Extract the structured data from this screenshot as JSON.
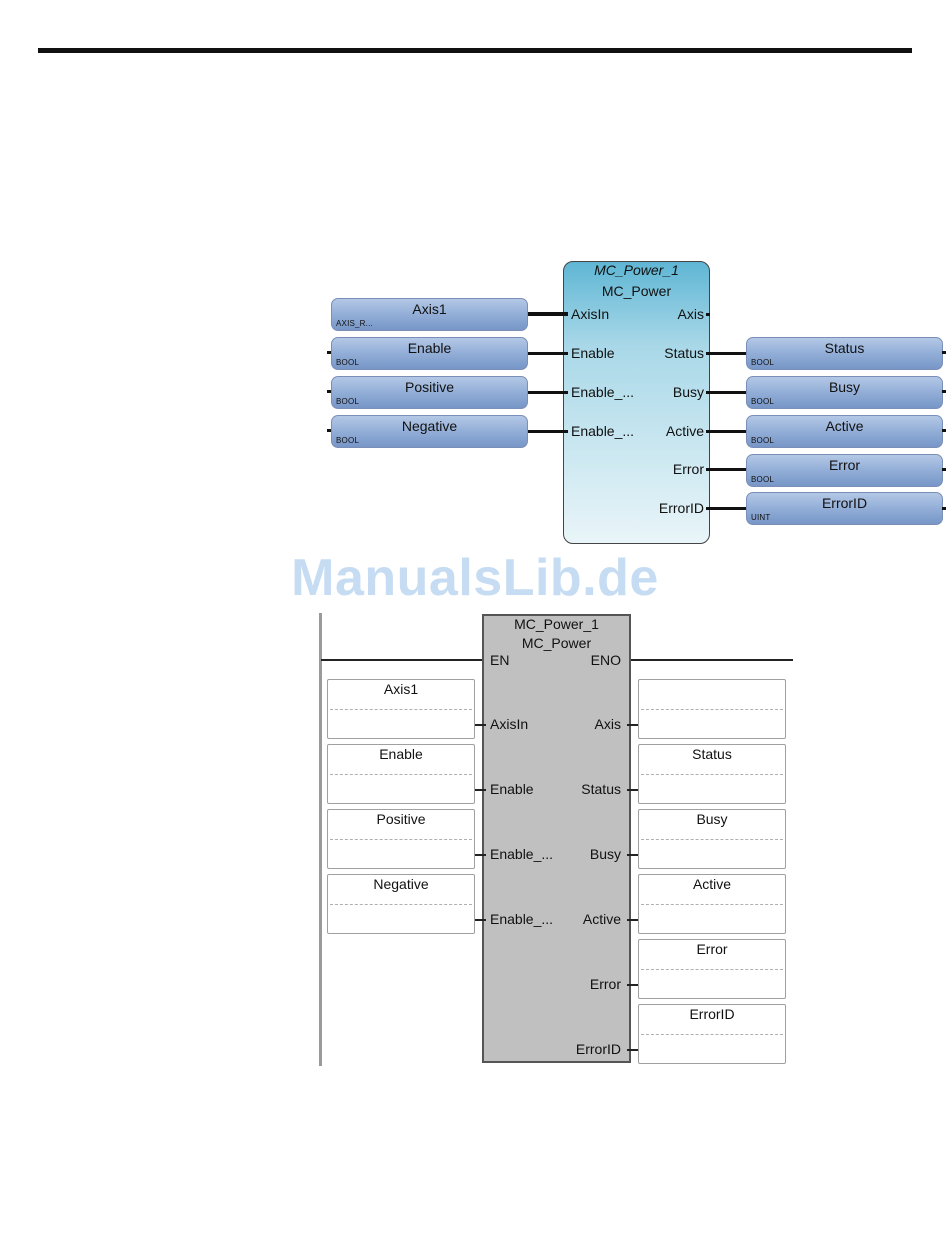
{
  "watermark": "ManualsLib.de",
  "fbd": {
    "instance_name": "MC_Power_1",
    "type_name": "MC_Power",
    "inputs": [
      "AxisIn",
      "Enable",
      "Enable_...",
      "Enable_..."
    ],
    "outputs": [
      "Axis",
      "Status",
      "Busy",
      "Active",
      "Error",
      "ErrorID"
    ],
    "input_vars": [
      {
        "name": "Axis1",
        "type": "AXIS_R..."
      },
      {
        "name": "Enable",
        "type": "BOOL"
      },
      {
        "name": "Positive",
        "type": "BOOL"
      },
      {
        "name": "Negative",
        "type": "BOOL"
      }
    ],
    "output_vars": [
      {
        "name": "Status",
        "type": "BOOL"
      },
      {
        "name": "Busy",
        "type": "BOOL"
      },
      {
        "name": "Active",
        "type": "BOOL"
      },
      {
        "name": "Error",
        "type": "BOOL"
      },
      {
        "name": "ErrorID",
        "type": "UINT"
      }
    ]
  },
  "ld": {
    "instance_name": "MC_Power_1",
    "type_name": "MC_Power",
    "en": "EN",
    "eno": "ENO",
    "inputs": [
      "AxisIn",
      "Enable",
      "Enable_...",
      "Enable_..."
    ],
    "outputs": [
      "Axis",
      "Status",
      "Busy",
      "Active",
      "Error",
      "ErrorID"
    ],
    "input_vars": [
      "Axis1",
      "Enable",
      "Positive",
      "Negative"
    ],
    "output_vars": [
      "",
      "Status",
      "Busy",
      "Active",
      "Error",
      "ErrorID"
    ]
  }
}
